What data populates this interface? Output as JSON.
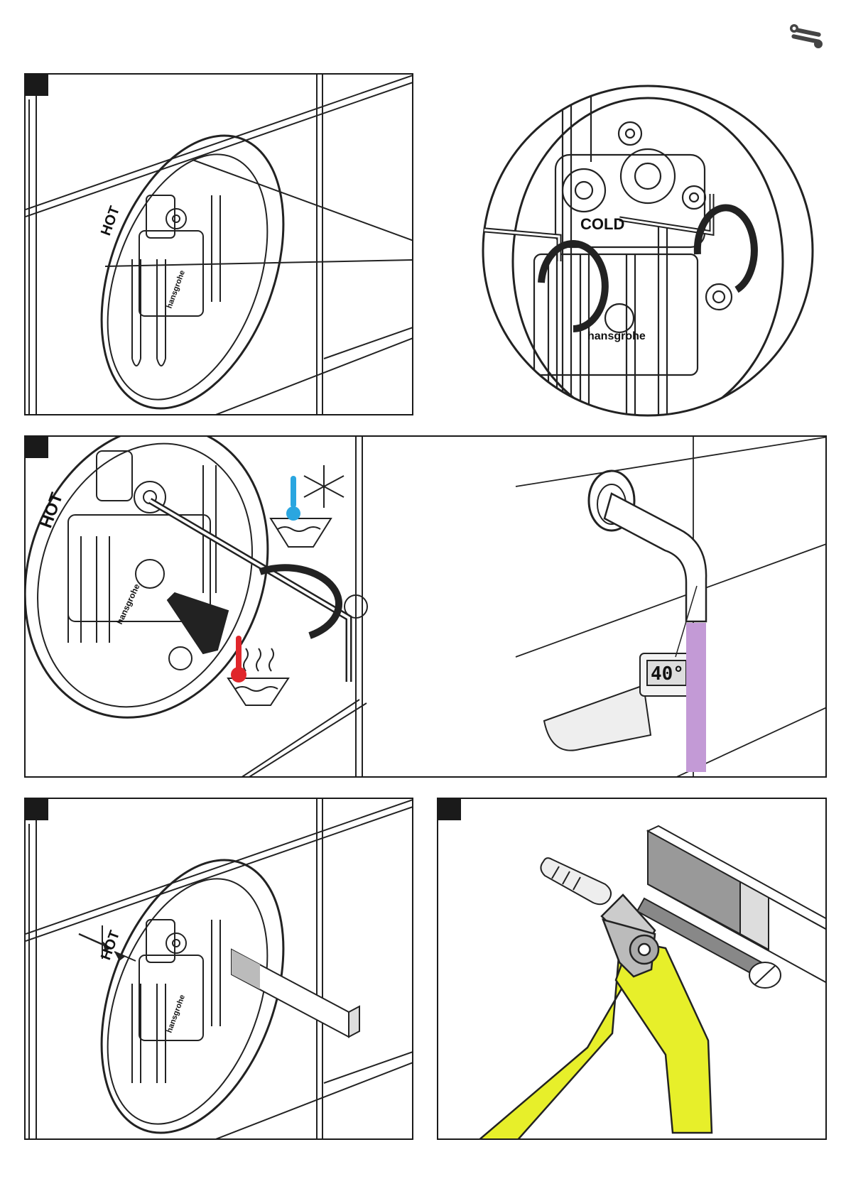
{
  "header": {
    "icon": "wrench-tools-icon"
  },
  "panels": [
    {
      "id": "step-1",
      "labels": {
        "cold": "COLD",
        "hot": "HOT",
        "brand": "hansgrohe"
      }
    },
    {
      "id": "step-2",
      "labels": {
        "hot": "HOT",
        "brand": "hansgrohe"
      },
      "thermometer": {
        "reading": "40°"
      },
      "colors": {
        "cold": "#2aa6e0",
        "hot": "#e0262b",
        "water": "#c39ad6"
      }
    },
    {
      "id": "step-3",
      "labels": {
        "hot": "HOT",
        "brand": "hansgrohe"
      }
    },
    {
      "id": "step-4",
      "colors": {
        "pliers": "#e7ef2a"
      }
    }
  ]
}
